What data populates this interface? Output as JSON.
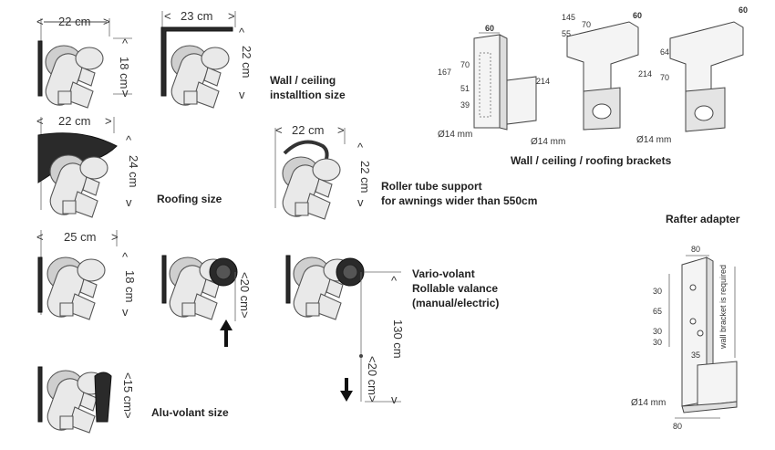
{
  "profiles": {
    "wall_22": {
      "width": "22 cm",
      "height": "18 cm"
    },
    "ceiling_23": {
      "width": "23 cm",
      "height": "22 cm"
    },
    "roofing": {
      "width": "22 cm",
      "height": "24 cm"
    },
    "support": {
      "width": "22 cm",
      "height": "22 cm"
    },
    "volant_25": {
      "width": "25 cm",
      "height": "18 cm"
    },
    "vario_small": {
      "height": "<20 cm>"
    },
    "vario_large": {
      "height": "130 cm",
      "small": "<20 cm>"
    },
    "alu": {
      "height": "<15 cm>"
    }
  },
  "captions": {
    "wall_ceiling": [
      "Wall / ceiling",
      "installtion size"
    ],
    "roofing": "Roofing size",
    "roller_support": [
      "Roller tube support",
      "for awnings wider than 550cm"
    ],
    "vario": [
      "Vario-volant",
      "Rollable valance",
      "(manual/electric)"
    ],
    "alu": "Alu-volant size",
    "brackets": "Wall / ceiling / roofing brackets",
    "rafter": "Rafter adapter"
  },
  "brackets": {
    "b1": {
      "top": "60",
      "h1": "167",
      "a": "70",
      "b": "51",
      "c": "39",
      "dia": "Ø14 mm"
    },
    "b2": {
      "w1": "145",
      "w2": "70",
      "w3": "55",
      "top": "60",
      "h": "214",
      "dia": "Ø14 mm"
    },
    "b3": {
      "top": "60",
      "h": "214",
      "a": "64",
      "b": "70",
      "dia": "Ø14 mm"
    }
  },
  "rafter": {
    "top": "80",
    "d1": "30",
    "d2": "65",
    "d3": "30",
    "d4": "30",
    "d5": "35",
    "note": "wall bracket is required",
    "dia": "Ø14 mm",
    "bottom": "80"
  }
}
